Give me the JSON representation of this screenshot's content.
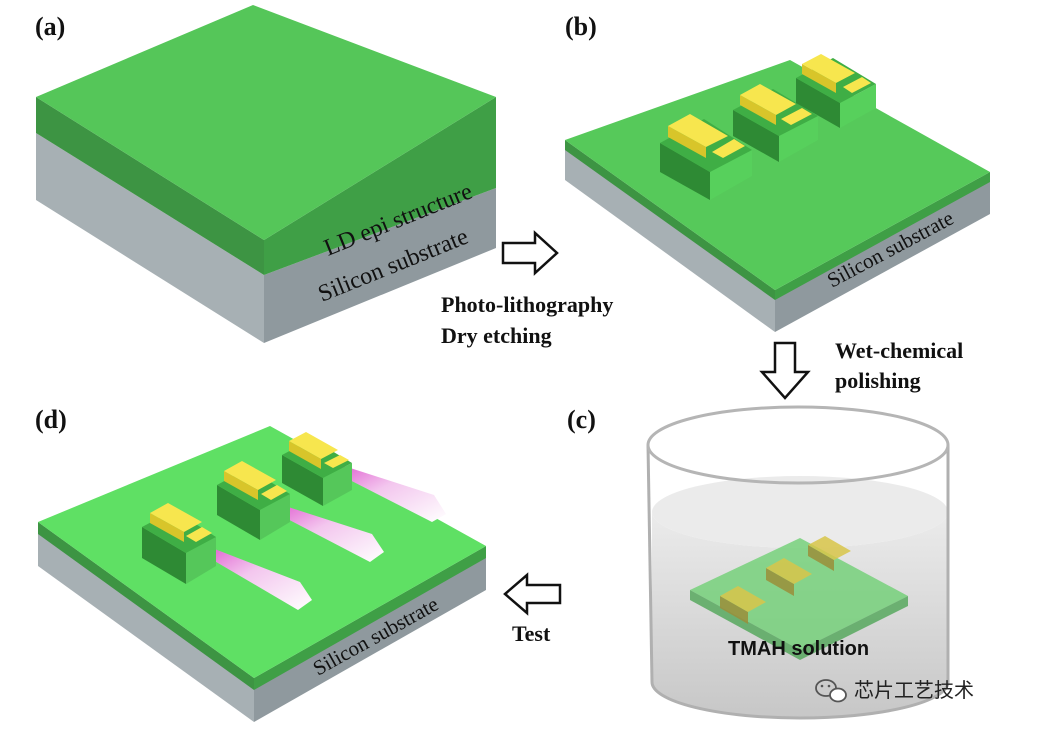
{
  "panels": {
    "a": {
      "label": "(a)",
      "epi_layer": "LD epi structure",
      "substrate": "Silicon substrate"
    },
    "b": {
      "label": "(b)",
      "substrate": "Silicon substrate"
    },
    "c": {
      "label": "(c)",
      "solution": "TMAH solution"
    },
    "d": {
      "label": "(d)",
      "substrate": "Silicon substrate"
    }
  },
  "steps": {
    "a_to_b": {
      "line1": "Photo-lithography",
      "line2": "Dry etching"
    },
    "b_to_c": {
      "line1": "Wet-chemical",
      "line2": "polishing"
    },
    "c_to_d": {
      "line1": "Test"
    }
  },
  "watermark": {
    "text": "芯片工艺技术"
  },
  "colors": {
    "epi_top": "#56c95a",
    "epi_front": "#3f9a45",
    "epi_side": "#4fb852",
    "substrate": "#9aa3a8",
    "ridge_gold": "#f5e24a",
    "beam": "#f4c9ef"
  }
}
